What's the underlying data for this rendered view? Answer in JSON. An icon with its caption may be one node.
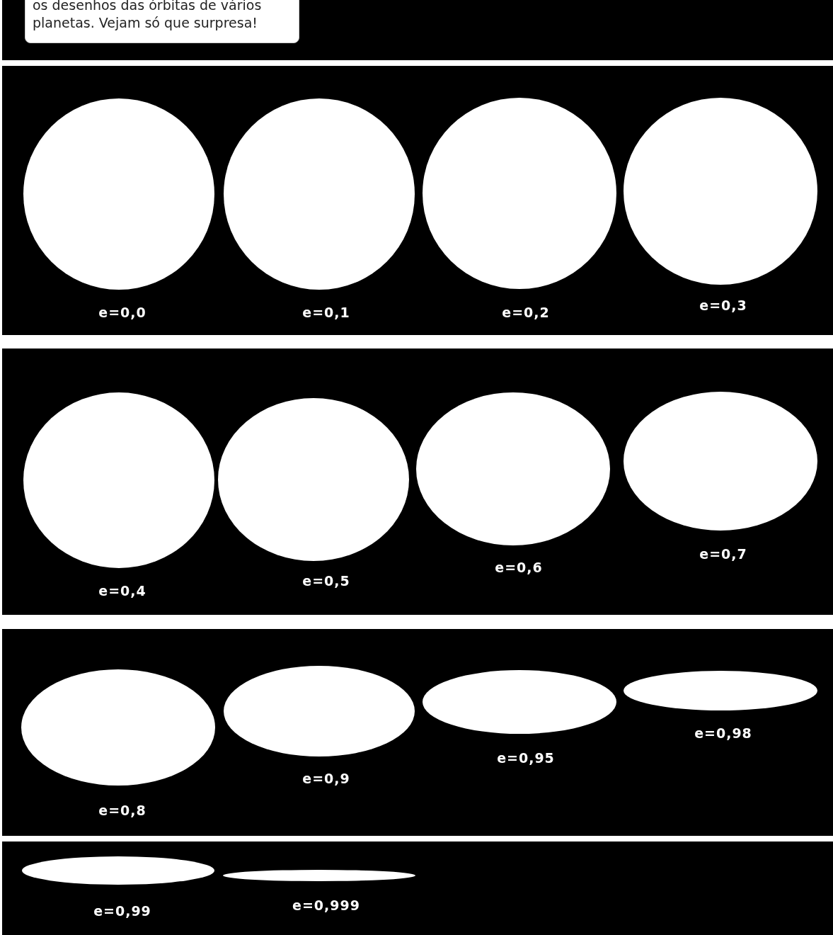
{
  "diagram": {
    "nodes": [
      {
        "text": [
          "os desenhos das órbitas de vários planetas. Vejam só que surpresa!"
        ]
      },
      {
        "text": [],
        "shape": "ellipse",
        "beside": [
          "e=0,0"
        ]
      },
      {
        "text": [],
        "shape": "ellipse",
        "beside": [
          "e=0,1"
        ]
      },
      {
        "text": [],
        "shape": "ellipse",
        "beside": [
          "e=0,2"
        ]
      },
      {
        "text": [],
        "shape": "ellipse",
        "beside": [
          "e=0,3"
        ]
      },
      {
        "text": [],
        "shape": "ellipse",
        "beside": [
          "e=0,4"
        ]
      },
      {
        "text": [],
        "shape": "ellipse",
        "beside": [
          "e=0,5"
        ]
      },
      {
        "text": [],
        "shape": "ellipse",
        "beside": [
          "e=0,6"
        ]
      },
      {
        "text": [],
        "shape": "ellipse",
        "beside": [
          "e=0,7"
        ]
      },
      {
        "text": [],
        "shape": "ellipse",
        "beside": [
          "e=0,8"
        ]
      },
      {
        "text": [],
        "shape": "ellipse",
        "beside": [
          "e=0,9"
        ]
      },
      {
        "text": [],
        "shape": "ellipse",
        "beside": [
          "e=0,95"
        ]
      },
      {
        "text": [],
        "shape": "ellipse",
        "beside": [
          "e=0,98"
        ]
      },
      {
        "text": [],
        "shape": "ellipse",
        "beside": [
          "e=0,99"
        ]
      },
      {
        "text": [],
        "shape": "ellipse",
        "beside": [
          "e=0,999"
        ]
      }
    ]
  }
}
